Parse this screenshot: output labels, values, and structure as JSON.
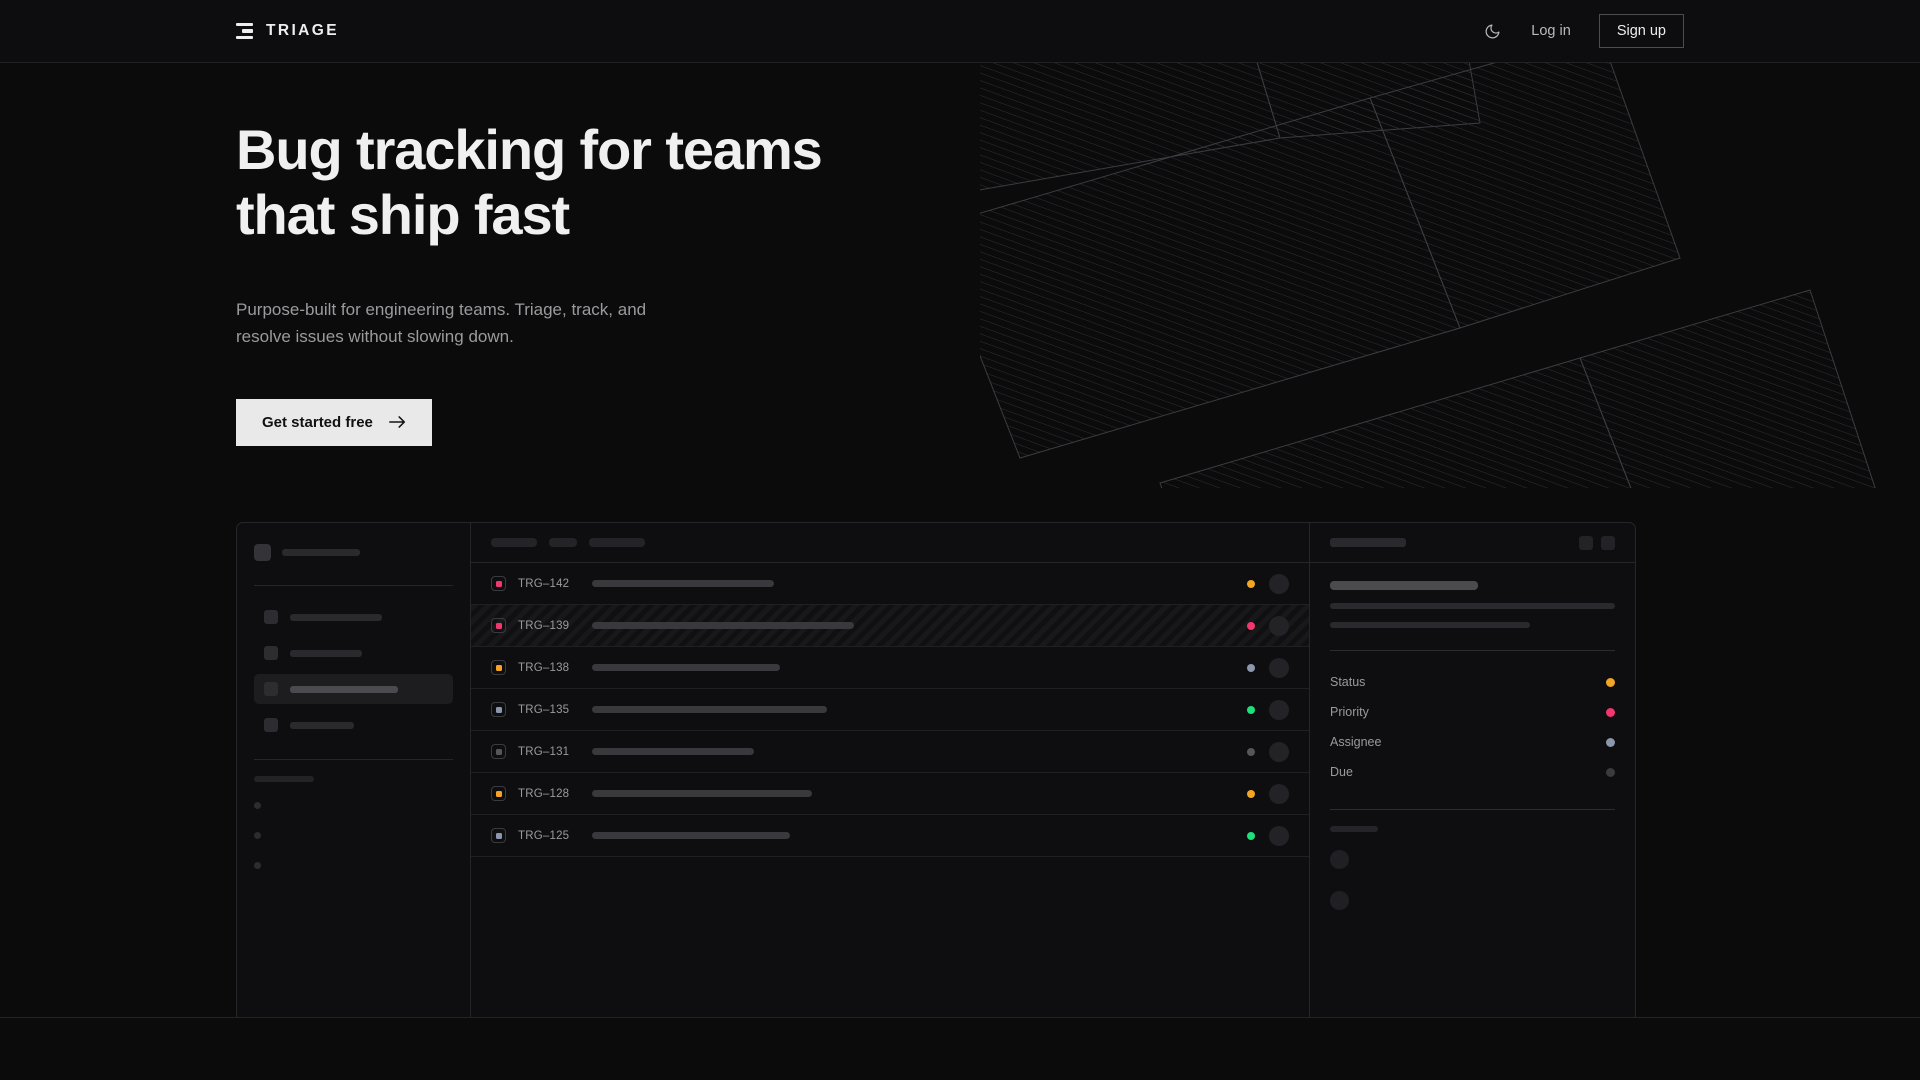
{
  "header": {
    "brand": "TRIAGE",
    "theme_toggle_icon": "moon-icon",
    "login_label": "Log in",
    "signup_label": "Sign up"
  },
  "hero": {
    "headline": "Bug tracking for teams\nthat ship fast",
    "subhead": "Purpose-built for engineering teams. Triage, track, and\nresolve issues without slowing down.",
    "cta_label": "Get started free",
    "cta_icon": "arrow-right-icon"
  },
  "colors": {
    "page_bg": "#0b0b0c",
    "header_bg": "#0d0d0f",
    "border": "#262629",
    "text_primary": "#f0f0f0",
    "text_muted": "#9b9b9e",
    "cta_bg": "#e9e9e9",
    "accent_orange": "#f5a524",
    "accent_pink": "#f3366e",
    "accent_green": "#1ee07a",
    "accent_slate": "#8b97ad",
    "accent_gray": "#3a3a3f"
  },
  "app_mock": {
    "sidebar": {
      "workspace_width": 78,
      "nav_items": [
        {
          "width": 92,
          "active": false
        },
        {
          "width": 72,
          "active": false
        },
        {
          "width": 108,
          "active": true
        },
        {
          "width": 64,
          "active": false
        }
      ],
      "group_label_width": 60,
      "mini_dots": 3
    },
    "list_header": {
      "pills": [
        46,
        28,
        56
      ]
    },
    "columns": [
      "id",
      "title",
      "status",
      "assignee"
    ],
    "rows": [
      {
        "id": "TRG–142",
        "priority_color": "#f3366e",
        "title_width": 182,
        "status_color": "#f5a524",
        "selected": false
      },
      {
        "id": "TRG–139",
        "priority_color": "#f3366e",
        "title_width": 262,
        "status_color": "#f3366e",
        "selected": true
      },
      {
        "id": "TRG–138",
        "priority_color": "#f5a524",
        "title_width": 188,
        "status_color": "#8b97ad",
        "selected": false
      },
      {
        "id": "TRG–135",
        "priority_color": "#8b97ad",
        "title_width": 235,
        "status_color": "#1ee07a",
        "selected": false
      },
      {
        "id": "TRG–131",
        "priority_color": "#55555c",
        "title_width": 162,
        "status_color": "#55555c",
        "selected": false
      },
      {
        "id": "TRG–128",
        "priority_color": "#f5a524",
        "title_width": 220,
        "status_color": "#f5a524",
        "selected": false
      },
      {
        "id": "TRG–125",
        "priority_color": "#8b97ad",
        "title_width": 198,
        "status_color": "#1ee07a",
        "selected": false
      }
    ],
    "detail": {
      "header_pill_width": 76,
      "header_buttons": 2,
      "title_width": 148,
      "body_lines": [
        285,
        200
      ],
      "meta": [
        {
          "label": "Status",
          "color": "#f5a524"
        },
        {
          "label": "Priority",
          "color": "#f3366e"
        },
        {
          "label": "Assignee",
          "color": "#8b97ad"
        },
        {
          "label": "Due",
          "color": "#3a3a3f"
        }
      ],
      "activity_avatars": 2
    }
  }
}
